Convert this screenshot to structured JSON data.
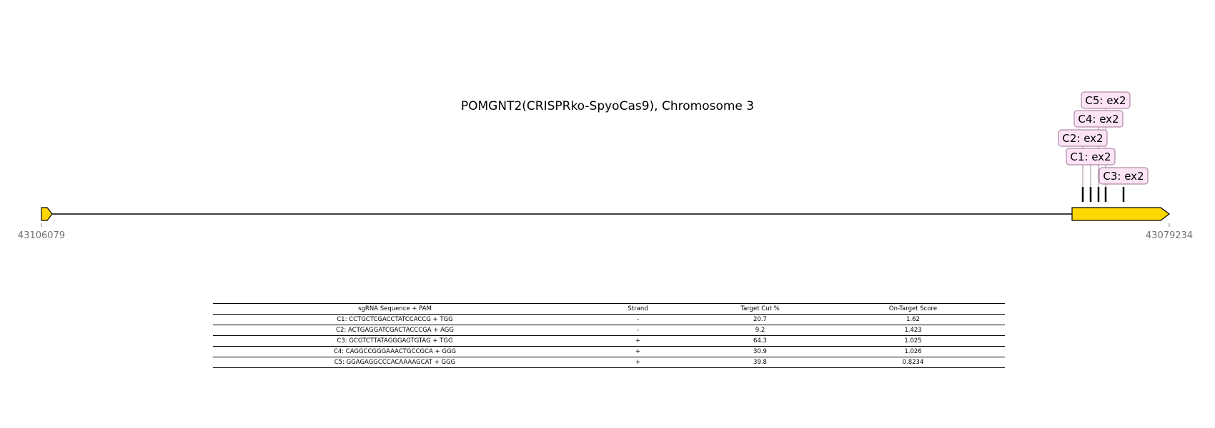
{
  "title": "POMGNT2(CRISPRko-SpyoCas9), Chromosome 3",
  "gene": {
    "start_coord": "43106079",
    "end_coord": "43079234",
    "colors": {
      "exon_fill": "#FFD700",
      "label_fill": "#FCE4F6",
      "label_stroke": "#9B7593",
      "line": "#000000",
      "coord_text": "#707070"
    }
  },
  "guides": [
    {
      "label": "C1: ex2"
    },
    {
      "label": "C2: ex2"
    },
    {
      "label": "C3: ex2"
    },
    {
      "label": "C4: ex2"
    },
    {
      "label": "C5: ex2"
    }
  ],
  "table": {
    "headers": [
      "sgRNA Sequence + PAM",
      "Strand",
      "Target Cut %",
      "On-Target Score"
    ],
    "rows": [
      [
        "C1: CCTGCTCGACCTATCCACCG + TGG",
        "-",
        "20.7",
        "1.62"
      ],
      [
        "C2: ACTGAGGATCGACTACCCGA + AGG",
        "-",
        "9.2",
        "1.423"
      ],
      [
        "C3: GCGTCTTATAGGGAGTGTAG + TGG",
        "+",
        "64.3",
        "1.025"
      ],
      [
        "C4: CAGGCCGGGAAACTGCCGCA + GGG",
        "+",
        "30.9",
        "1.026"
      ],
      [
        "C5: GGAGAGGCCCACAAAAGCAT + GGG",
        "+",
        "39.8",
        "0.8234"
      ]
    ]
  }
}
